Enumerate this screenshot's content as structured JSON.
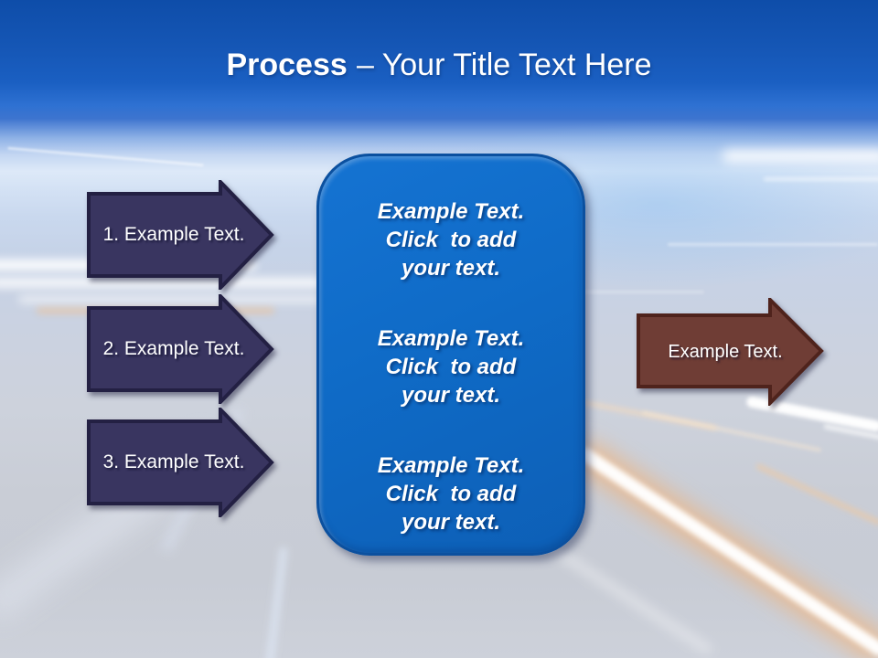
{
  "title": {
    "keyword": "Process",
    "rest": "– Your Title Text Here"
  },
  "steps": [
    {
      "label": "1. Example Text."
    },
    {
      "label": "2. Example Text."
    },
    {
      "label": "3. Example Text."
    }
  ],
  "panel": {
    "items": [
      {
        "line1": "Example Text.",
        "line2": "Click  to add",
        "line3": "your text."
      },
      {
        "line1": "Example Text.",
        "line2": "Click  to add",
        "line3": "your text."
      },
      {
        "line1": "Example Text.",
        "line2": "Click  to add",
        "line3": "your text."
      }
    ]
  },
  "output_arrow": {
    "label": "Example Text."
  },
  "colors": {
    "header_top": "#0e4da9",
    "header_mid": "#1556b5",
    "header_fade": "#2e71d2",
    "sky_pale": "#dde9f8",
    "sky_blue": "#c9d8ee",
    "ground": "#cbd2e0",
    "ground_low": "#c9cdd6",
    "navy_fill": "#393560",
    "navy_edge": "#232043",
    "panel_fill": "#0f6bc7",
    "panel_edge": "#0b509f",
    "maroon_fill": "#6f3d35",
    "maroon_edge": "#4f231c",
    "text_white": "#ffffff"
  }
}
